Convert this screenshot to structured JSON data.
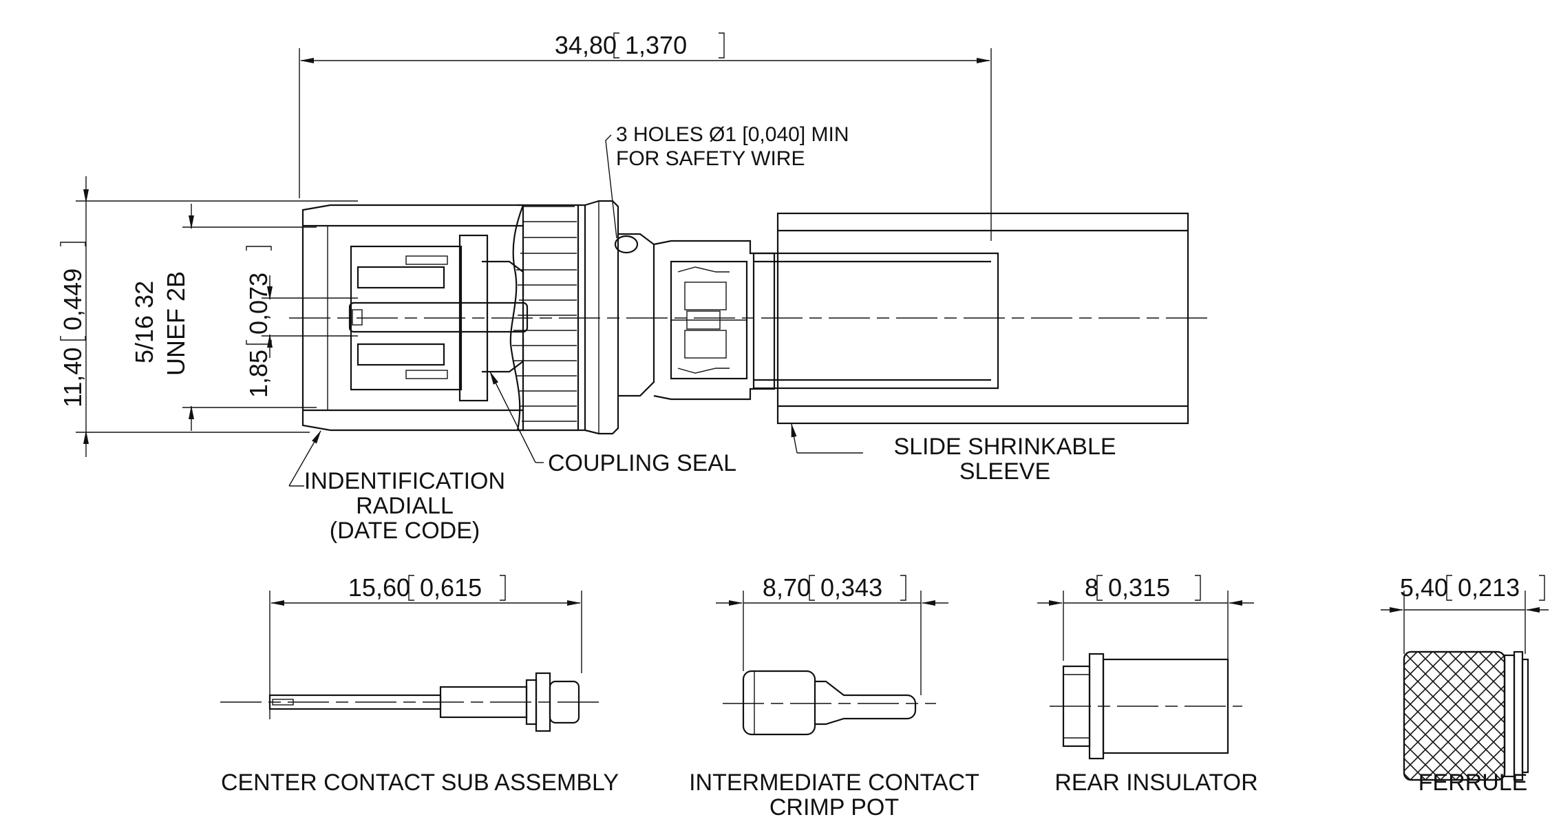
{
  "dimensions": {
    "overall_length": "34,80",
    "overall_length_in": "1,370",
    "overall_height": "11,40",
    "overall_height_in": "0,449",
    "thread_line1": "5/16 32",
    "thread_line2": "UNEF 2B",
    "contact_dia": "1,85",
    "contact_dia_in": "0,073",
    "center_contact_len": "15,60",
    "center_contact_len_in": "0,615",
    "intermediate_len": "8,70",
    "intermediate_len_in": "0,343",
    "rear_insulator_len": "8",
    "rear_insulator_len_in": "0,315",
    "ferrule_len": "5,40",
    "ferrule_len_in": "0,213"
  },
  "notes": {
    "holes_line1": "3 HOLES  Ø1 [0,040] MIN",
    "holes_line2": "FOR SAFETY WIRE"
  },
  "callouts": {
    "coupling_seal": "COUPLING SEAL",
    "sleeve_line1": "SLIDE SHRINKABLE",
    "sleeve_line2": "SLEEVE",
    "ident_line1": "INDENTIFICATION",
    "ident_line2": "RADIALL",
    "ident_line3": "(DATE CODE)"
  },
  "parts": {
    "center_contact": "CENTER CONTACT SUB ASSEMBLY",
    "intermediate_line1": "INTERMEDIATE CONTACT",
    "intermediate_line2": "CRIMP POT",
    "rear_insulator": "REAR INSULATOR",
    "ferrule": "FERRULE"
  }
}
